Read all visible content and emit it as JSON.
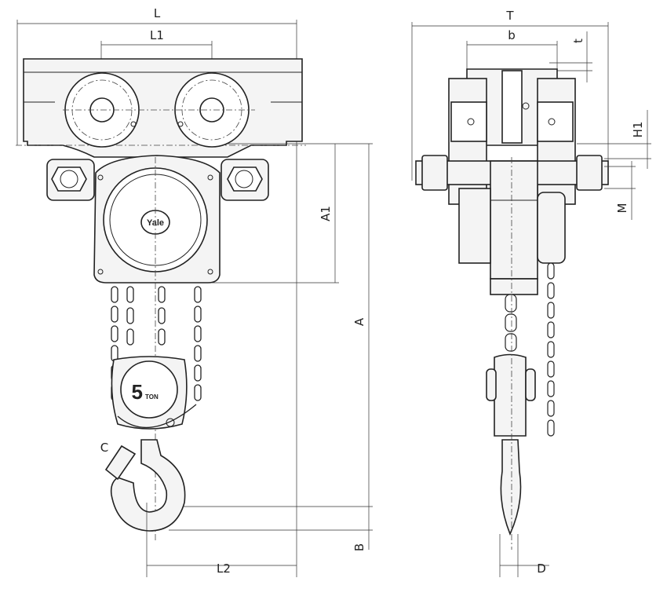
{
  "front_view": {
    "dims": {
      "L": "L",
      "L1": "L1",
      "A1": "A1",
      "A": "A",
      "B": "B",
      "L2": "L2",
      "C": "C"
    },
    "logo": "Yale",
    "capacity_number": "5",
    "capacity_unit": "TON"
  },
  "side_view": {
    "dims": {
      "T": "T",
      "b": "b",
      "t": "t",
      "H1": "H1",
      "M": "M",
      "D": "D"
    }
  }
}
